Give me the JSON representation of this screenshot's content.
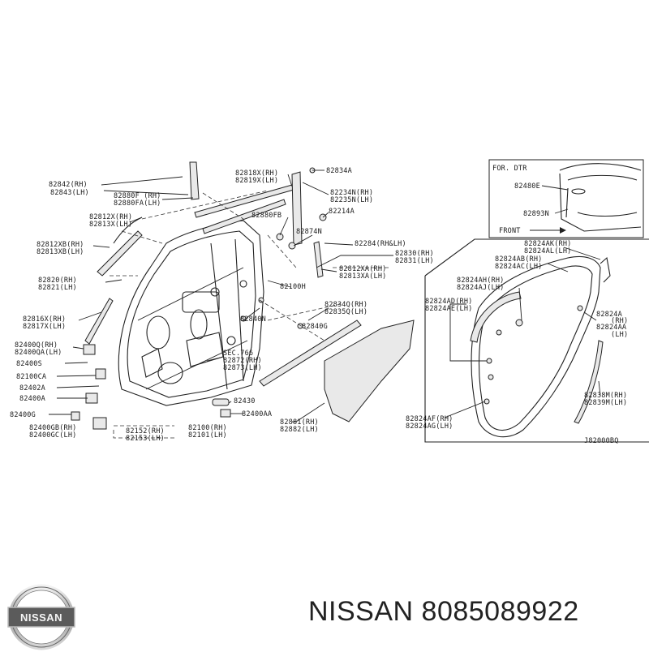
{
  "diagram": {
    "labels": {
      "l82842": "82842(RH)",
      "l82843": "82843(LH)",
      "l82880f": "82880F (RH)",
      "l82880fa": "82880FA(LH)",
      "l82818x": "82818X(RH)",
      "l82819x": "82819X(LH)",
      "l82834a": "82834A",
      "l82234n": "82234N(RH)",
      "l82235n": "82235N(LH)",
      "l82214a": "82214A",
      "l82880fb": "82880FB",
      "l82874n": "82874N",
      "l82284": "82284(RH&LH)",
      "l82812x": "82812X(RH)",
      "l82813x": "82813X(LH)",
      "l82812xb": "82812XB(RH)",
      "l82813xb": "82813XB(LH)",
      "l82812xa": "82812XA(RH)",
      "l82813xa": "82813XA(LH)",
      "l82820": "82820(RH)",
      "l82821": "82821(LH)",
      "l82100h": "82100H",
      "l82830": "82830(RH)",
      "l82831": "82831(LH)",
      "l82834q": "82834Q(RH)",
      "l82835q": "82835Q(LH)",
      "l82816x": "82816X(RH)",
      "l82817x": "82817X(LH)",
      "l82840n": "82840N",
      "l82840g": "82840G",
      "l82400q": "82400Q(RH)",
      "l82400qa": "82400QA(LH)",
      "lsec": "SEC.766",
      "l82872": "82872(RH)",
      "l82873": "82873(LH)",
      "l82400s": "82400S",
      "l82100ca": "82100CA",
      "l82402a": "82402A",
      "l82400a": "82400A",
      "l82430": "82430",
      "l82400g": "82400G",
      "l82400aa": "82400AA",
      "l82400gb": "82400GB(RH)",
      "l82400gc": "82400GC(LH)",
      "l82152": "82152(RH)",
      "l82153": "82153(LH)",
      "l82100": "82100(RH)",
      "l82101": "82101(LH)",
      "l82881": "82881(RH)",
      "l82882": "82882(LH)",
      "l82824ak": "82824AK(RH)",
      "l82824al": "82824AL(LH)",
      "l82824ab": "82824AB(RH)",
      "l82824ac": "82824AC(LH)",
      "l82824ah": "82824AH(RH)",
      "l82824aj": "82824AJ(LH)",
      "l82824ad": "82824AD(RH)",
      "l82824ae": "82824AE(LH)",
      "l82824a": "82824A",
      "l82824a_rh": "(RH)",
      "l82824aa": "82824AA",
      "l82824aa_lh": "(LH)",
      "l82838m": "82838M(RH)",
      "l82839m": "82839M(LH)",
      "l82824af": "82824AF(RH)",
      "l82824ag": "82824AG(LH)",
      "fordtr": "FOR. DTR",
      "l82480e": "82480E",
      "l82893n": "82893N",
      "front": "FRONT",
      "code": "J82000BQ"
    }
  },
  "footer": {
    "brand_name": "NISSAN",
    "part_number": "8085089922",
    "logo_text": "NISSAN"
  }
}
